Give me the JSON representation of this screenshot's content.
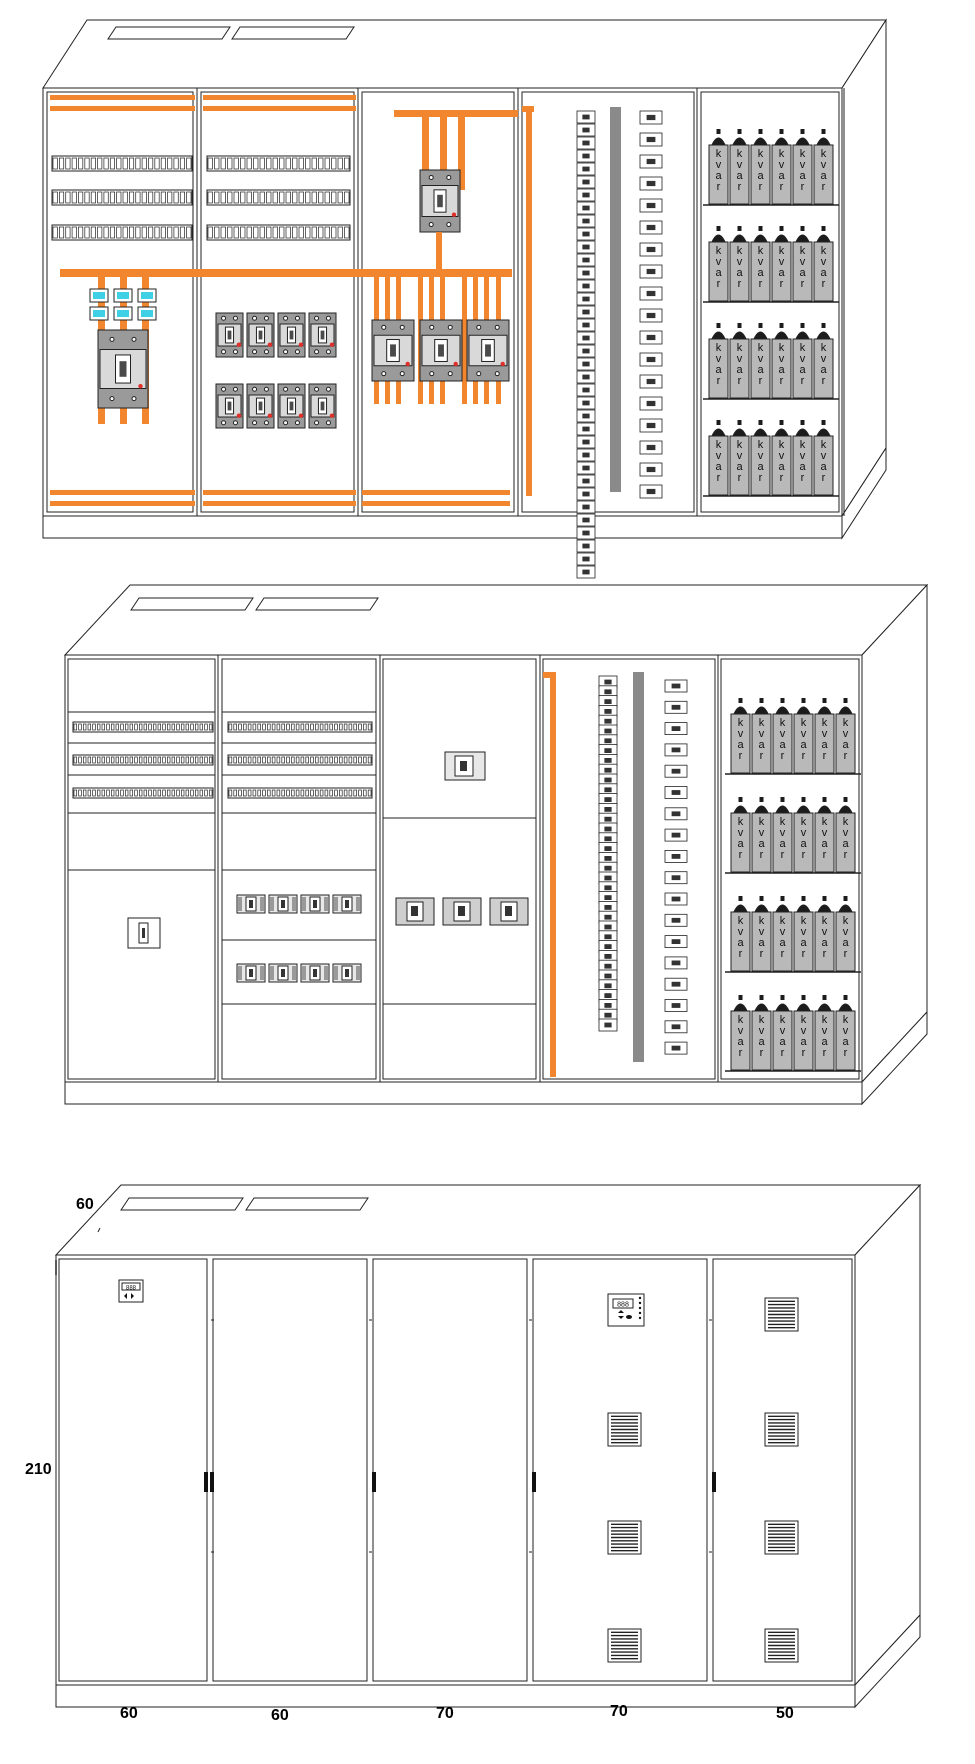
{
  "colors": {
    "busbar": "#f2862f",
    "outline": "#222222",
    "breaker_grey": "#9a9a9a",
    "breaker_dark": "#4a4a4a",
    "capacitor_grey": "#b9b9b9",
    "capacitor_cap": "#1c1c1c",
    "meter_cyan": "#3fd0e6",
    "center_bar": "#8a8a8a",
    "indicator_red": "#e0302a"
  },
  "icons": {
    "capacitor": "capacitor-icon",
    "breaker": "breaker-icon",
    "vent": "vent-grille-icon",
    "meter": "panel-meter-icon",
    "handle": "door-handle-icon",
    "terminal": "terminal-block-icon"
  },
  "capacitor_label": [
    "k",
    "v",
    "a",
    "r"
  ],
  "dimensions": {
    "depth": "60",
    "height": "210",
    "widths": [
      "60",
      "60",
      "70",
      "70",
      "50"
    ]
  },
  "meter": {
    "small_display": "888",
    "large_display": "888"
  }
}
